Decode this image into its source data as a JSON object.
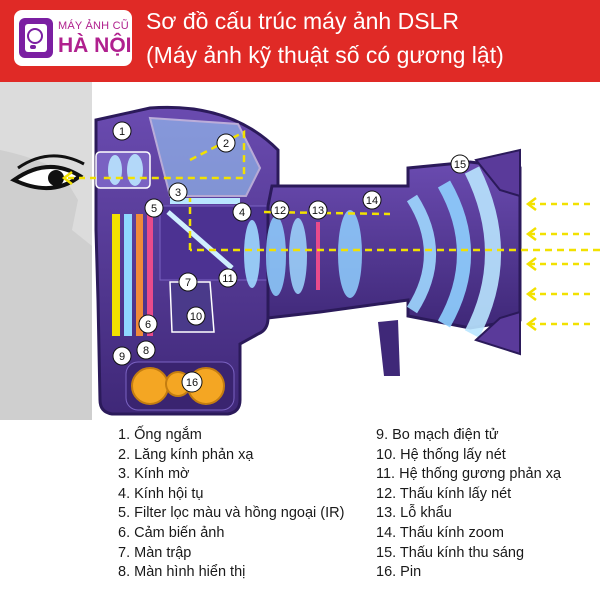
{
  "logo": {
    "line1": "MÁY ẢNH CŨ",
    "line2": "HÀ NỘI"
  },
  "title": {
    "line1": "Sơ đồ cấu trúc máy ảnh DSLR",
    "line2": "(Máy ảnh kỹ thuật số có gương lật)"
  },
  "colors": {
    "header": "#e02a26",
    "body": "#5a3a9a",
    "light_path": "#f2e100",
    "lens_glass": "#8fd8ff",
    "brand": "#b0208e"
  },
  "callouts": [
    "1",
    "2",
    "3",
    "4",
    "5",
    "6",
    "7",
    "8",
    "9",
    "10",
    "11",
    "12",
    "13",
    "14",
    "15",
    "16"
  ],
  "legend_left": [
    "1. Ống ngắm",
    "2. Lăng kính phản xạ",
    "3. Kính mờ",
    "4. Kính hội tụ",
    "5. Filter lọc màu và hồng ngoại (IR)",
    "6. Cảm biến ảnh",
    "7. Màn trập",
    "8. Màn hình hiển thị"
  ],
  "legend_right": [
    "9. Bo mạch điện tử",
    "10. Hệ thống lấy nét",
    "11. Hệ thống gương phản xạ",
    "12. Thấu kính lấy nét",
    "13. Lỗ khẩu",
    "14. Thấu kính zoom",
    "15. Thấu kính thu sáng",
    "16. Pin"
  ]
}
